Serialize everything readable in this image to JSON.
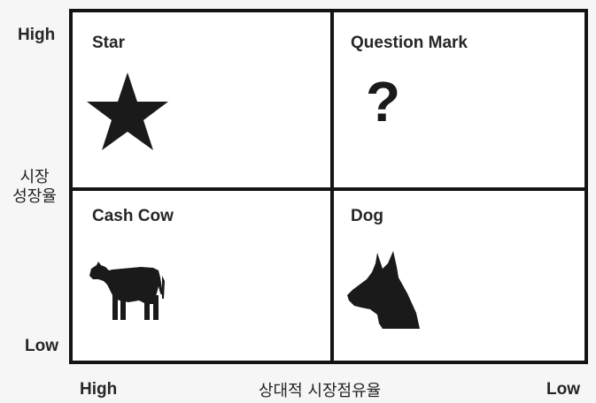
{
  "axes": {
    "y_high": "High",
    "y_low": "Low",
    "y_title_line1": "시장",
    "y_title_line2": "성장율",
    "x_high": "High",
    "x_low": "Low",
    "x_title": "상대적 시장점유율"
  },
  "quadrants": [
    {
      "label": "Star",
      "icon": "star-icon"
    },
    {
      "label": "Question Mark",
      "icon": "question-mark-icon"
    },
    {
      "label": "Cash Cow",
      "icon": "cow-icon"
    },
    {
      "label": "Dog",
      "icon": "dog-icon"
    }
  ],
  "question_symbol": "?",
  "colors": {
    "line": "#141414",
    "icon": "#1a1a1a",
    "background": "#ffffff"
  }
}
